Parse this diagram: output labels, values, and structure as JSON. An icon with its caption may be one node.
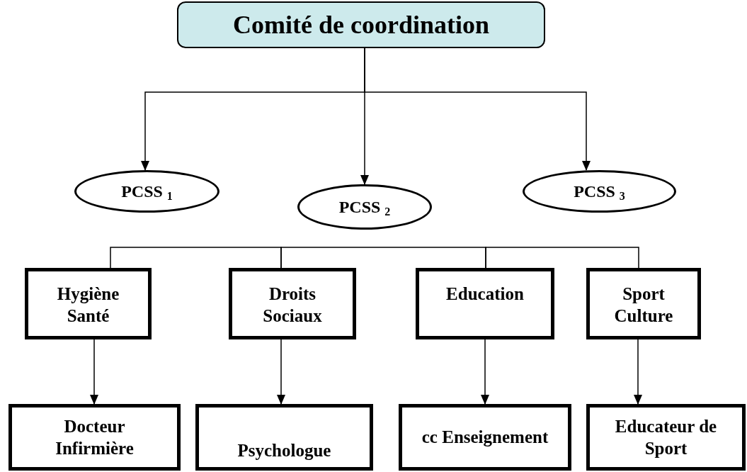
{
  "diagram": {
    "nodes": [
      {
        "text": [
          "Comité de coordination"
        ]
      },
      {
        "text": [
          "PCSS $_{1}$"
        ]
      },
      {
        "text": [
          "PCSS $_{2}$"
        ]
      },
      {
        "text": [
          "PCSS $_{3}$"
        ]
      },
      {
        "text": [
          "Hygiène Santé"
        ]
      },
      {
        "text": [
          "Droits Sociaux"
        ]
      },
      {
        "text": [
          "Education"
        ]
      },
      {
        "text": [
          "Sport Culture"
        ]
      },
      {
        "text": [
          "Docteur Infirmière"
        ]
      },
      {
        "text": [
          "Psychologue"
        ]
      },
      {
        "text": [
          "cc Enseignement"
        ]
      },
      {
        "text": [
          "Educateur de Sport"
        ]
      }
    ],
    "edges": [
      {
        "from": 0,
        "to": 1,
        "arrow": "to"
      },
      {
        "from": 0,
        "to": 2,
        "arrow": "to"
      },
      {
        "from": 0,
        "to": 3,
        "arrow": "to"
      },
      {
        "from": 4,
        "to": 5,
        "arrow": "none"
      },
      {
        "from": 5,
        "to": 6,
        "arrow": "none"
      },
      {
        "from": 6,
        "to": 7,
        "arrow": "none"
      },
      {
        "from": 4,
        "to": 8,
        "arrow": "to"
      },
      {
        "from": 5,
        "to": 9,
        "arrow": "to"
      },
      {
        "from": 6,
        "to": 10,
        "arrow": "to"
      },
      {
        "from": 7,
        "to": 11,
        "arrow": "to"
      }
    ]
  }
}
